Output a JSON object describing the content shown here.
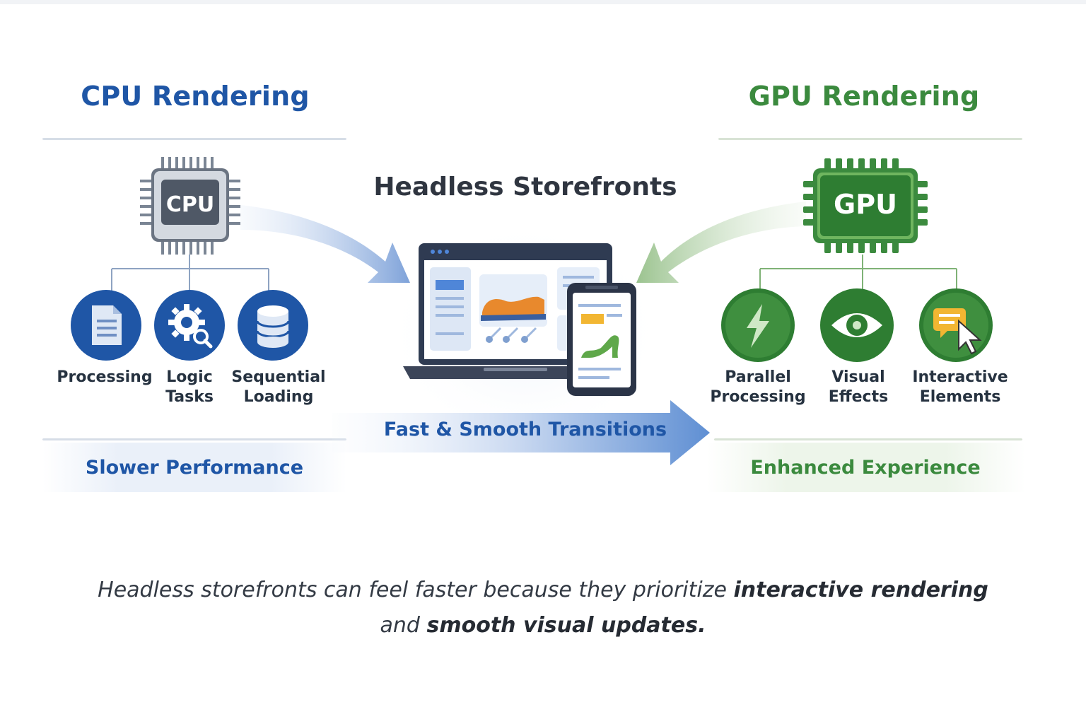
{
  "cpu": {
    "title": "CPU Rendering",
    "chip_label": "CPU",
    "items": [
      {
        "icon": "document-icon",
        "label": "Processing",
        "label2": ""
      },
      {
        "icon": "gear-search-icon",
        "label": "Logic",
        "label2": "Tasks"
      },
      {
        "icon": "database-icon",
        "label": "Sequential",
        "label2": "Loading"
      }
    ],
    "footer": "Slower Performance"
  },
  "gpu": {
    "title": "GPU Rendering",
    "chip_label": "GPU",
    "items": [
      {
        "icon": "lightning-icon",
        "label": "Parallel",
        "label2": "Processing"
      },
      {
        "icon": "eye-icon",
        "label": "Visual",
        "label2": "Effects"
      },
      {
        "icon": "chat-cursor-icon",
        "label": "Interactive",
        "label2": "Elements"
      }
    ],
    "footer": "Enhanced Experience"
  },
  "center": {
    "title": "Headless Storefronts",
    "arrow_label": "Fast & Smooth Transitions"
  },
  "caption": {
    "part1": "Headless storefronts can feel faster because they prioritize ",
    "bold1": "interactive rendering",
    "part2": "and ",
    "bold2": "smooth visual updates."
  },
  "colors": {
    "cpu_blue": "#1f56a6",
    "gpu_green": "#3b8a3e",
    "chip_gray": "#5b6573"
  }
}
